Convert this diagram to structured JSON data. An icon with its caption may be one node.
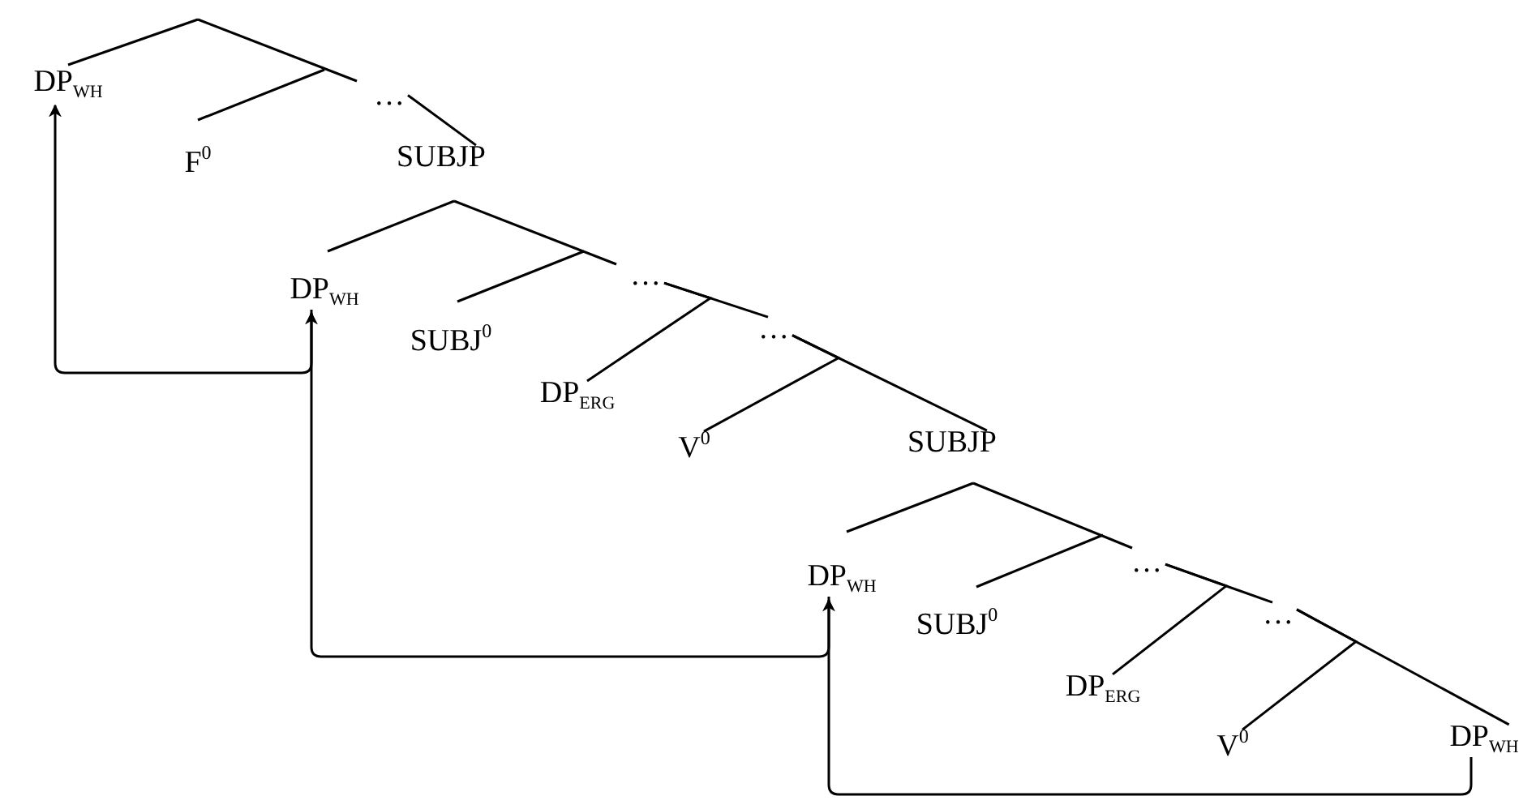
{
  "diagram": {
    "nodes": [
      {
        "text": [
          "DP$_{WH}$"
        ]
      },
      {
        "text": [
          "F$^{0}$"
        ]
      },
      {
        "text": [
          "…"
        ]
      },
      {
        "text": [
          "SUBJP"
        ]
      },
      {
        "text": [
          "DP$_{WH}$"
        ]
      },
      {
        "text": [
          "SUBJ$^{0}$"
        ]
      },
      {
        "text": [
          "…"
        ]
      },
      {
        "text": [
          "…"
        ]
      },
      {
        "text": [
          "DP$_{ERG}$"
        ]
      },
      {
        "text": [
          "V$^{0}$"
        ]
      },
      {
        "text": [
          "SUBJP"
        ]
      },
      {
        "text": [
          "DP$_{WH}$"
        ]
      },
      {
        "text": [
          "SUBJ$^{0}$"
        ]
      },
      {
        "text": [
          "…"
        ]
      },
      {
        "text": [
          "…"
        ]
      },
      {
        "text": [
          "DP$_{ERG}$"
        ]
      },
      {
        "text": [
          "V$^{0}$"
        ]
      },
      {
        "text": [
          "DP$_{WH}$"
        ]
      }
    ],
    "edges": [
      {
        "from": 4,
        "to": 0,
        "arrow": "to"
      },
      {
        "from": 11,
        "to": 4,
        "arrow": "to"
      },
      {
        "from": 17,
        "to": 11,
        "arrow": "to"
      },
      {
        "from": 2,
        "to": 3,
        "arrow": "none"
      },
      {
        "from": 6,
        "to": 7,
        "arrow": "none"
      },
      {
        "from": 7,
        "to": 10,
        "arrow": "none"
      },
      {
        "from": 13,
        "to": 14,
        "arrow": "none"
      },
      {
        "from": 14,
        "to": 17,
        "arrow": "none"
      },
      {
        "from": 6,
        "to": 8,
        "arrow": "none"
      },
      {
        "from": 7,
        "to": 9,
        "arrow": "none"
      },
      {
        "from": 13,
        "to": 15,
        "arrow": "none"
      },
      {
        "from": 14,
        "to": 16,
        "arrow": "none"
      }
    ]
  }
}
